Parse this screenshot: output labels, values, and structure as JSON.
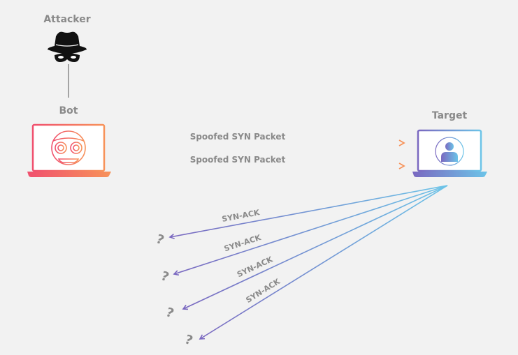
{
  "nodes": {
    "attacker": {
      "label": "Attacker",
      "icon": "spy-hat-mask-icon"
    },
    "bot": {
      "label": "Bot",
      "icon": "robot-face-icon"
    },
    "target": {
      "label": "Target",
      "icon": "user-icon"
    }
  },
  "packets": [
    {
      "label": "Spoofed SYN Packet"
    },
    {
      "label": "Spoofed SYN Packet"
    }
  ],
  "responses": [
    {
      "label": "SYN-ACK",
      "destination": "?"
    },
    {
      "label": "SYN-ACK",
      "destination": "?"
    },
    {
      "label": "SYN-ACK",
      "destination": "?"
    },
    {
      "label": "SYN-ACK",
      "destination": "?"
    }
  ],
  "colors": {
    "background": "#f2f2f2",
    "text": "#8a8a8a",
    "bot_start": "#f0506e",
    "bot_end": "#f7935a",
    "target_start": "#7a68c0",
    "target_end": "#6cc4e8"
  }
}
